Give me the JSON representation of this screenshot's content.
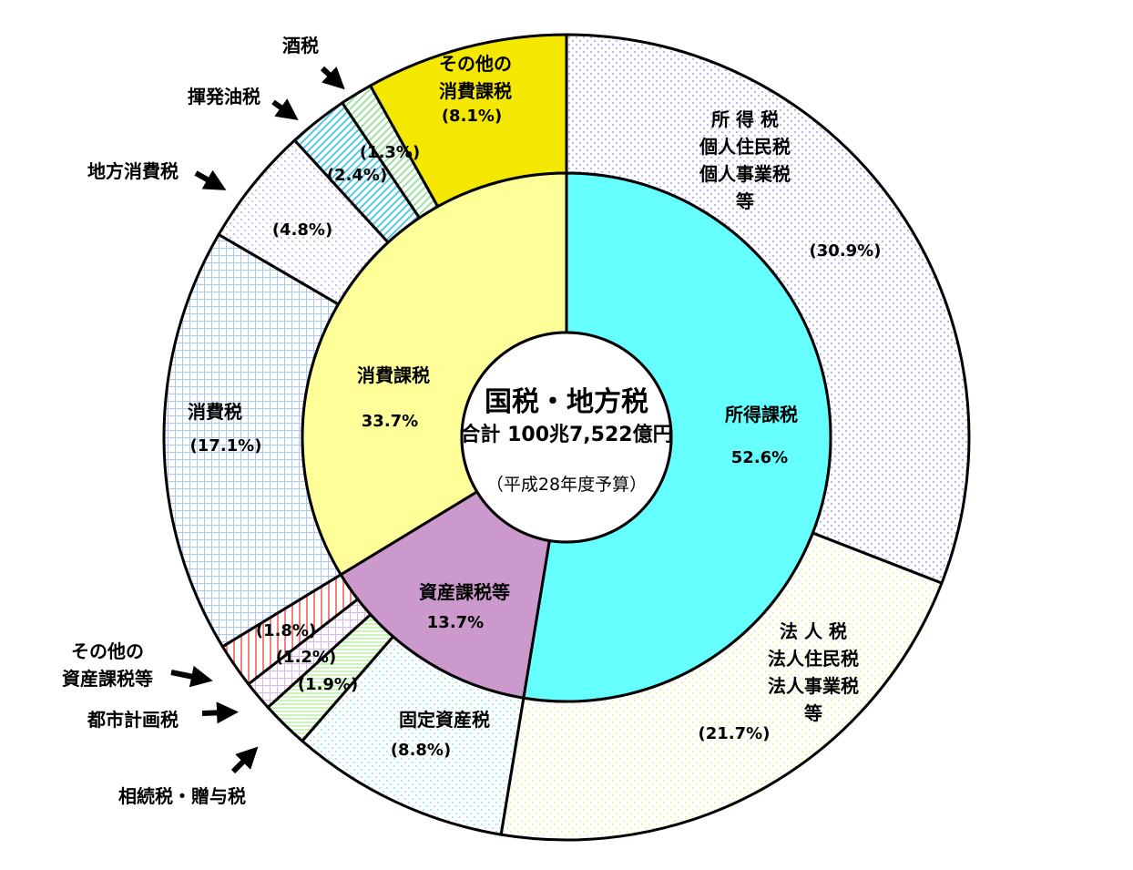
{
  "chart_data": {
    "type": "pie",
    "variant": "nested-donut",
    "title": "国税・地方税",
    "total_label": "合計 100兆7,522億円",
    "subtitle": "（平成28年度予算）",
    "inner": [
      {
        "name": "所得課税",
        "value": 52.6,
        "label": "52.6%",
        "color": "#66ffff"
      },
      {
        "name": "資産課税等",
        "value": 13.7,
        "label": "13.7%",
        "color": "#cc99cc"
      },
      {
        "name": "消費課税",
        "value": 33.7,
        "label": "33.7%",
        "color": "#ffff99"
      }
    ],
    "outer": [
      {
        "name": "所 得 税\n個人住民税\n個人事業税\n等",
        "value": 30.9,
        "label": "(30.9%)",
        "color": "#b8b8f0",
        "pattern": "dots"
      },
      {
        "name": "法 人 税\n法人住民税\n法人事業税\n等",
        "value": 21.7,
        "label": "(21.7%)",
        "color": "#f5f0a8",
        "pattern": "dots"
      },
      {
        "name": "固定資産税",
        "value": 8.8,
        "label": "(8.8%)",
        "color": "#a8eef0",
        "pattern": "dots"
      },
      {
        "name": "相続税・贈与税",
        "value": 1.9,
        "label": "(1.9%)",
        "color": "#b8f0a0",
        "pattern": "hstripe"
      },
      {
        "name": "都市計画税",
        "value": 1.2,
        "label": "(1.2%)",
        "color": "#d8b8e8",
        "pattern": "grid"
      },
      {
        "name": "その他の\n資産課税等",
        "value": 1.8,
        "label": "(1.8%)",
        "color": "#f08080",
        "pattern": "vstripe"
      },
      {
        "name": "消費税",
        "value": 17.1,
        "label": "(17.1%)",
        "color": "#a8c8f0",
        "pattern": "grid"
      },
      {
        "name": "地方消費税",
        "value": 4.8,
        "label": "(4.8%)",
        "color": "#d0c0f0",
        "pattern": "dots"
      },
      {
        "name": "揮発油税",
        "value": 2.4,
        "label": "(2.4%)",
        "color": "#50c8e8",
        "pattern": "diag"
      },
      {
        "name": "酒税",
        "value": 1.3,
        "label": "(1.3%)",
        "color": "#a0e0a0",
        "pattern": "diag"
      },
      {
        "name": "その他の\n消費課税",
        "value": 8.1,
        "label": "(8.1%)",
        "color": "#f5e800",
        "pattern": "solid"
      }
    ]
  }
}
